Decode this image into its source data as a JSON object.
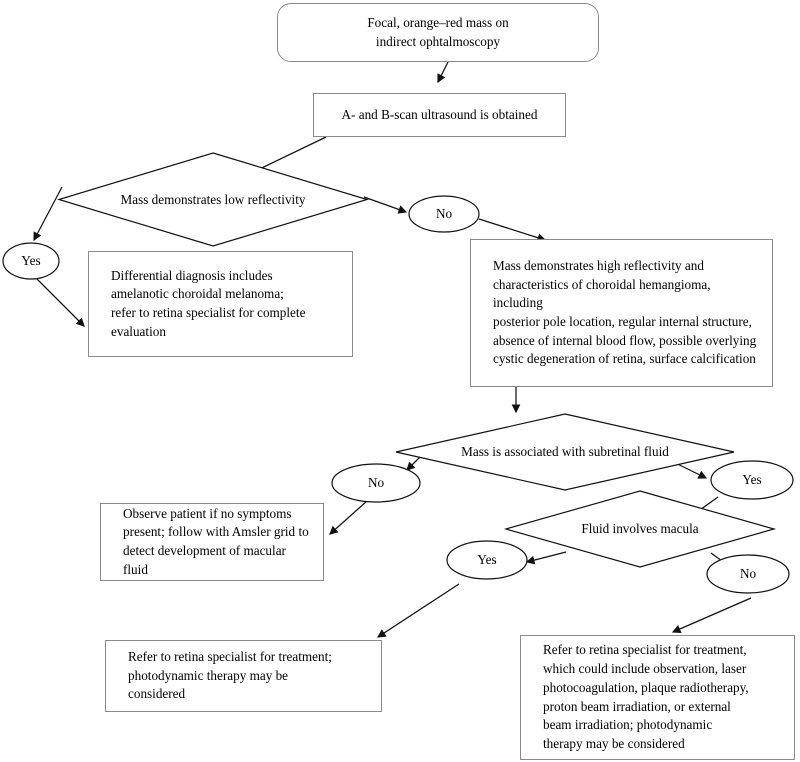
{
  "diagram": {
    "title": "Choroidal hemangioma diagnostic and management flowchart",
    "colors": {
      "box_border": "#8a8a8a",
      "shape_stroke": "#000000",
      "background": "#ffffff",
      "text": "#000000"
    },
    "nodes": {
      "start": {
        "kind": "rounded-box",
        "text": "Focal, orange–red mass on\nindirect ophtalmoscopy"
      },
      "ultrasound": {
        "kind": "box",
        "text": "A- and B-scan ultrasound is obtained"
      },
      "decision_reflectivity": {
        "kind": "diamond",
        "text": "Mass demonstrates low reflectivity"
      },
      "yes_reflectivity": {
        "kind": "ellipse",
        "text": "Yes"
      },
      "no_reflectivity": {
        "kind": "ellipse",
        "text": "No"
      },
      "melanoma_box": {
        "kind": "box",
        "text": "Differential diagnosis includes\namelanotic choroidal melanoma;\nrefer to retina specialist for complete\nevaluation"
      },
      "hemangioma_box": {
        "kind": "box",
        "text": "Mass demonstrates high reflectivity and\ncharacteristics of choroidal hemangioma, including\nposterior pole location, regular internal structure,\nabsence of internal blood flow, possible overlying\ncystic degeneration of retina, surface calcification"
      },
      "decision_subretinal_fluid": {
        "kind": "diamond",
        "text": "Mass is associated with subretinal fluid"
      },
      "no_subretinal_fluid": {
        "kind": "ellipse",
        "text": "No"
      },
      "yes_subretinal_fluid": {
        "kind": "ellipse",
        "text": "Yes"
      },
      "observe_box": {
        "kind": "box",
        "text": "Observe patient if no symptoms\npresent; follow with Amsler grid to\ndetect development of macular\nfluid"
      },
      "decision_macula": {
        "kind": "diamond",
        "text": "Fluid involves macula"
      },
      "yes_macula": {
        "kind": "ellipse",
        "text": "Yes"
      },
      "no_macula": {
        "kind": "ellipse",
        "text": "No"
      },
      "pdt_box": {
        "kind": "box",
        "text": "Refer to retina specialist for treatment;\nphotodynamic therapy may be\nconsidered"
      },
      "treatment_box": {
        "kind": "box",
        "text": "Refer to retina specialist for treatment,\nwhich could include observation, laser\nphotocoagulation, plaque radiotherapy,\nproton beam irradiation, or external\nbeam irradiation; photodynamic\ntherapy may be considered"
      }
    },
    "edges": [
      {
        "from": "start",
        "to": "ultrasound",
        "label": ""
      },
      {
        "from": "ultrasound",
        "to": "decision_reflectivity",
        "label": ""
      },
      {
        "from": "decision_reflectivity",
        "to": "yes_reflectivity",
        "label": "Yes"
      },
      {
        "from": "decision_reflectivity",
        "to": "no_reflectivity",
        "label": "No"
      },
      {
        "from": "yes_reflectivity",
        "to": "melanoma_box",
        "label": ""
      },
      {
        "from": "no_reflectivity",
        "to": "hemangioma_box",
        "label": ""
      },
      {
        "from": "hemangioma_box",
        "to": "decision_subretinal_fluid",
        "label": ""
      },
      {
        "from": "decision_subretinal_fluid",
        "to": "no_subretinal_fluid",
        "label": "No"
      },
      {
        "from": "decision_subretinal_fluid",
        "to": "yes_subretinal_fluid",
        "label": "Yes"
      },
      {
        "from": "no_subretinal_fluid",
        "to": "observe_box",
        "label": ""
      },
      {
        "from": "yes_subretinal_fluid",
        "to": "decision_macula",
        "label": ""
      },
      {
        "from": "decision_macula",
        "to": "yes_macula",
        "label": "Yes"
      },
      {
        "from": "decision_macula",
        "to": "no_macula",
        "label": "No"
      },
      {
        "from": "yes_macula",
        "to": "pdt_box",
        "label": ""
      },
      {
        "from": "no_macula",
        "to": "treatment_box",
        "label": ""
      }
    ]
  }
}
